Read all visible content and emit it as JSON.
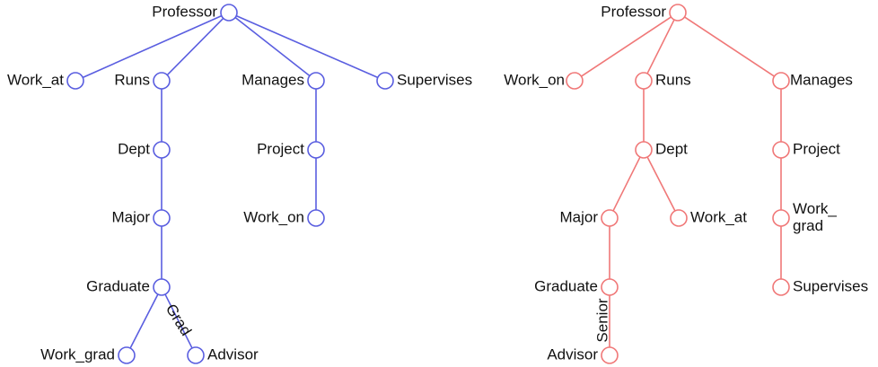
{
  "trees": [
    {
      "id": "left",
      "color": "#5a5ee0",
      "nodes": {
        "l_professor": {
          "label": "Professor"
        },
        "l_work_at": {
          "label": "Work_at"
        },
        "l_runs": {
          "label": "Runs"
        },
        "l_manages": {
          "label": "Manages"
        },
        "l_supervises": {
          "label": "Supervises"
        },
        "l_dept": {
          "label": "Dept"
        },
        "l_project": {
          "label": "Project"
        },
        "l_major": {
          "label": "Major"
        },
        "l_work_on": {
          "label": "Work_on"
        },
        "l_graduate": {
          "label": "Graduate"
        },
        "l_work_grad": {
          "label": "Work_grad"
        },
        "l_advisor": {
          "label": "Advisor"
        }
      },
      "edges": [
        {
          "from": "l_professor",
          "to": "l_work_at"
        },
        {
          "from": "l_professor",
          "to": "l_runs"
        },
        {
          "from": "l_professor",
          "to": "l_manages"
        },
        {
          "from": "l_professor",
          "to": "l_supervises"
        },
        {
          "from": "l_runs",
          "to": "l_dept"
        },
        {
          "from": "l_dept",
          "to": "l_major"
        },
        {
          "from": "l_major",
          "to": "l_graduate"
        },
        {
          "from": "l_graduate",
          "to": "l_work_grad"
        },
        {
          "from": "l_graduate",
          "to": "l_advisor",
          "label": "Grad"
        },
        {
          "from": "l_manages",
          "to": "l_project"
        },
        {
          "from": "l_project",
          "to": "l_work_on"
        }
      ]
    },
    {
      "id": "right",
      "color": "#f07878",
      "nodes": {
        "r_professor": {
          "label": "Professor"
        },
        "r_work_on": {
          "label": "Work_on"
        },
        "r_runs": {
          "label": "Runs"
        },
        "r_manages": {
          "label": "Manages"
        },
        "r_dept": {
          "label": "Dept"
        },
        "r_project": {
          "label": "Project"
        },
        "r_major": {
          "label": "Major"
        },
        "r_work_at": {
          "label": "Work_at"
        },
        "r_work_grad": {
          "label": "Work_\ngrad"
        },
        "r_graduate": {
          "label": "Graduate"
        },
        "r_supervises": {
          "label": "Supervises"
        },
        "r_advisor": {
          "label": "Advisor"
        }
      },
      "edges": [
        {
          "from": "r_professor",
          "to": "r_work_on"
        },
        {
          "from": "r_professor",
          "to": "r_runs"
        },
        {
          "from": "r_professor",
          "to": "r_manages"
        },
        {
          "from": "r_runs",
          "to": "r_dept"
        },
        {
          "from": "r_dept",
          "to": "r_major"
        },
        {
          "from": "r_dept",
          "to": "r_work_at"
        },
        {
          "from": "r_major",
          "to": "r_graduate"
        },
        {
          "from": "r_graduate",
          "to": "r_advisor",
          "label": "Senior"
        },
        {
          "from": "r_manages",
          "to": "r_project"
        },
        {
          "from": "r_project",
          "to": "r_work_grad"
        },
        {
          "from": "r_work_grad",
          "to": "r_supervises"
        }
      ]
    }
  ]
}
